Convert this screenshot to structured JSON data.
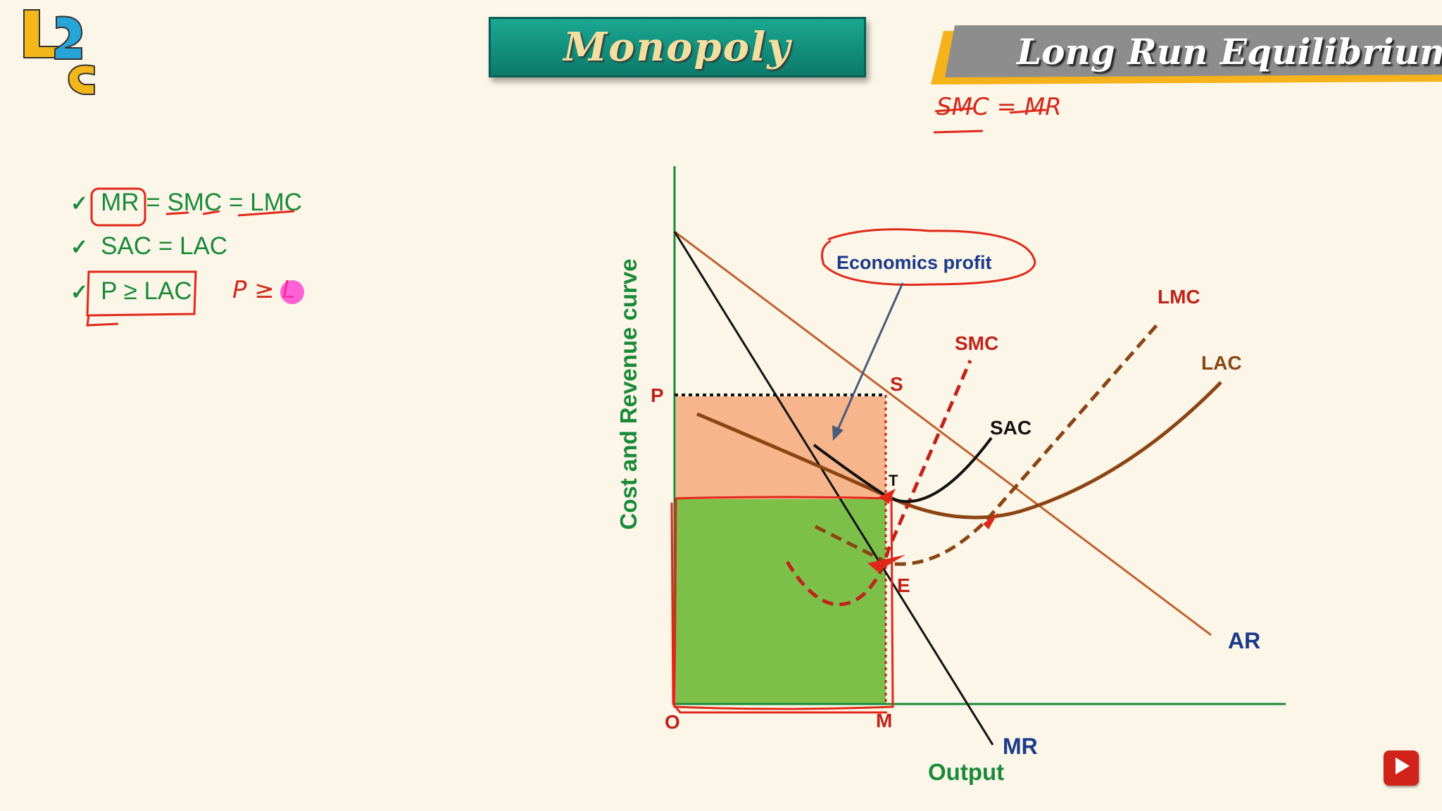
{
  "header": {
    "title": "Monopoly",
    "subtitle": "Long Run Equilibrium",
    "note": "SMC = MR"
  },
  "conditions": [
    "MR = SMC = LMC",
    "SAC = LAC",
    "P ≥ LAC"
  ],
  "side_note": "P ≥ L",
  "diagram": {
    "y_axis_title": "Cost and Revenue curve",
    "x_axis_title": "Output",
    "callout": "Economics profit",
    "labels": {
      "p": "P",
      "s": "S",
      "t": "T",
      "e": "E",
      "o": "O",
      "m": "M",
      "smc": "SMC",
      "lmc": "LMC",
      "lac": "LAC",
      "sac": "SAC",
      "ar": "AR",
      "mr": "MR"
    },
    "colors": {
      "axes": "#1a8a3a",
      "ar": "#c0622a",
      "mr": "#111111",
      "lac": "#8b4513",
      "lmc": "#8b4513",
      "smc": "#c0231a",
      "sac": "#111111",
      "profit_area": "#f6b58a",
      "cost_area": "#7cc04a",
      "annotation": "#e0281a"
    }
  }
}
